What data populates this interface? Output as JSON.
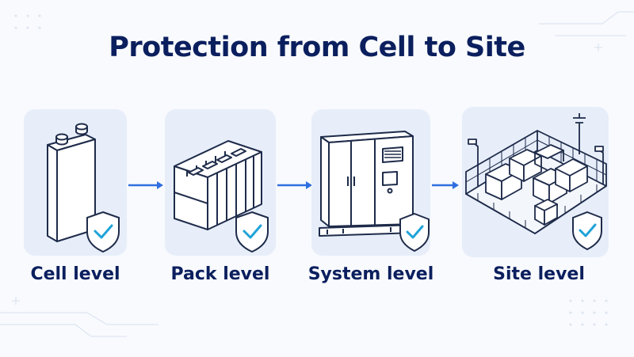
{
  "title": "Protection from Cell to Site",
  "stages": [
    {
      "label": "Cell level",
      "icon": "battery-cell-icon"
    },
    {
      "label": "Pack level",
      "icon": "battery-pack-icon"
    },
    {
      "label": "System level",
      "icon": "storage-cabinet-icon"
    },
    {
      "label": "Site level",
      "icon": "fenced-site-icon"
    }
  ],
  "colors": {
    "title": "#0b1f5e",
    "card_bg": "#e7eefa",
    "arrow": "#2f6ee0",
    "shield_check": "#1fa3d8",
    "line": "#1e2b4a"
  }
}
